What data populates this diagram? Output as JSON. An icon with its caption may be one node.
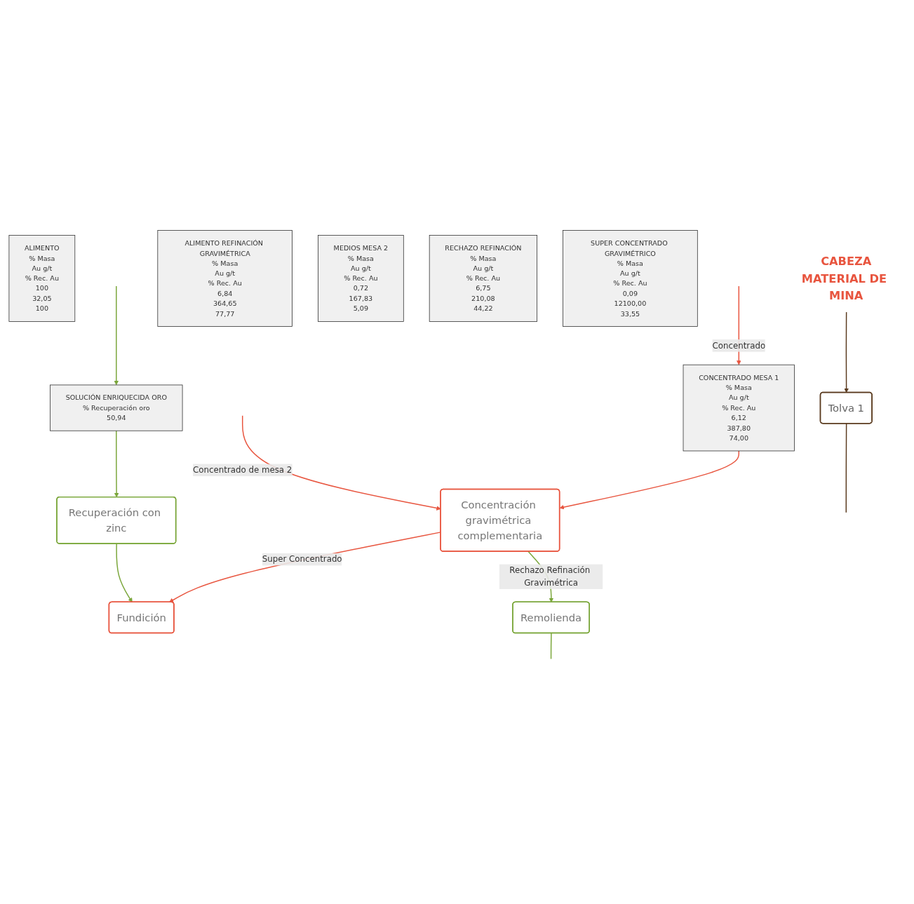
{
  "diagram": {
    "nodes": [
      {
        "text": [
          "ALIMENTO",
          "% Masa",
          "Au g/t",
          "% Rec. Au",
          "100",
          "32,05",
          "100"
        ]
      },
      {
        "text": [
          "CABEZA",
          "MATERIAL DE MINA"
        ]
      },
      {
        "text": [
          "Tolva 1"
        ]
      },
      {
        "text": [
          "CONCENTRADO MESA 1",
          "% Masa",
          "Au g/t",
          "% Rec. Au",
          "6,12",
          "387,80",
          "74,00"
        ]
      },
      {
        "text": [
          "ALIMENTO REFINACIÓN GRAVIMÉTRICA",
          "% Masa",
          "Au g/t",
          "% Rec. Au",
          "6,84",
          "364,65",
          "77,77"
        ]
      },
      {
        "text": [
          "MEDIOS MESA 2",
          "% Masa",
          "Au g/t",
          "% Rec. Au",
          "0,72",
          "167,83",
          "5,09"
        ]
      },
      {
        "text": [
          "Concentración gravimétrica complementaria"
        ]
      },
      {
        "text": [
          "RECHAZO REFINACIÓN",
          "% Masa",
          "Au g/t",
          "% Rec. Au",
          "6,75",
          "210,08",
          "44,22"
        ]
      },
      {
        "text": [
          "SUPER CONCENTRADO GRAVIMÉTRICO",
          "% Masa",
          "Au g/t",
          "% Rec. Au",
          "0,09",
          "12100,00",
          "33,55"
        ]
      },
      {
        "text": [
          "Fundición"
        ]
      },
      {
        "text": [
          "Remolienda"
        ]
      },
      {
        "text": [
          "SOLUCIÓN ENRIQUECIDA ORO",
          "% Recuperación oro",
          "50,94"
        ]
      },
      {
        "text": [
          "Recuperación con zinc"
        ]
      }
    ],
    "edges": [
      {
        "from": 1,
        "to": 2,
        "arrow": "to",
        "color": "#5a3a1e"
      },
      {
        "from": 2,
        "to": null,
        "arrow": "none",
        "color": "#5a3a1e"
      },
      {
        "from": null,
        "to": 3,
        "arrow": "to",
        "label": "Concentrado",
        "color": "#e8553f"
      },
      {
        "from": 3,
        "to": 6,
        "arrow": "to",
        "color": "#e8553f"
      },
      {
        "from": null,
        "to": 6,
        "arrow": "to",
        "label": "Concentrado de mesa 2",
        "color": "#e8553f"
      },
      {
        "from": 6,
        "to": 9,
        "arrow": "to",
        "label": "Super Concentrado",
        "color": "#e8553f"
      },
      {
        "from": 6,
        "to": 10,
        "arrow": "to",
        "label": "Rechazo Refinación Gravimétrica",
        "color": "#7aa63a"
      },
      {
        "from": 10,
        "to": null,
        "arrow": "none",
        "color": "#7aa63a"
      },
      {
        "from": null,
        "to": 11,
        "arrow": "to",
        "color": "#7aa63a"
      },
      {
        "from": 11,
        "to": 12,
        "arrow": "to",
        "color": "#7aa63a"
      },
      {
        "from": 12,
        "to": 9,
        "arrow": "to",
        "color": "#7aa63a"
      }
    ]
  }
}
